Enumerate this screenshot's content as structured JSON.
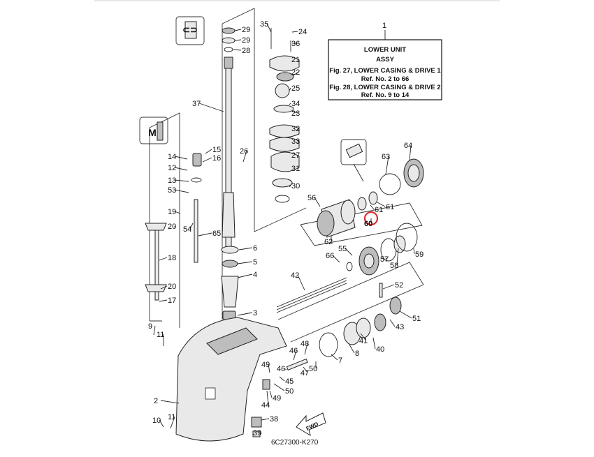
{
  "title_box": {
    "ref_num": "1",
    "lines": [
      "LOWER UNIT",
      "ASSY",
      "Fig. 27, LOWER CASING & DRIVE 1",
      "Ref. No. 2 to 66",
      "Fig. 28, LOWER CASING & DRIVE 2",
      "Ref. No. 9 to 14"
    ]
  },
  "footer_code": "6C27300-K270",
  "fwd_label": "FWD",
  "highlight_color": "#d8322d",
  "highlighted_part": "60",
  "callouts": [
    "29",
    "29",
    "28",
    "35",
    "24",
    "36",
    "21",
    "22",
    "25",
    "34",
    "23",
    "32",
    "33",
    "27",
    "31",
    "30",
    "37",
    "15",
    "14",
    "16",
    "12",
    "26",
    "13",
    "53",
    "19",
    "20",
    "54",
    "65",
    "6",
    "5",
    "4",
    "18",
    "20",
    "17",
    "3",
    "9",
    "11",
    "2",
    "10",
    "11",
    "39",
    "38",
    "44",
    "49",
    "50",
    "45",
    "46",
    "47",
    "46",
    "49",
    "48",
    "50",
    "7",
    "8",
    "41",
    "40",
    "42",
    "43",
    "51",
    "52",
    "66",
    "55",
    "57",
    "58",
    "59",
    "56",
    "62",
    "60",
    "61",
    "61",
    "63",
    "64"
  ]
}
